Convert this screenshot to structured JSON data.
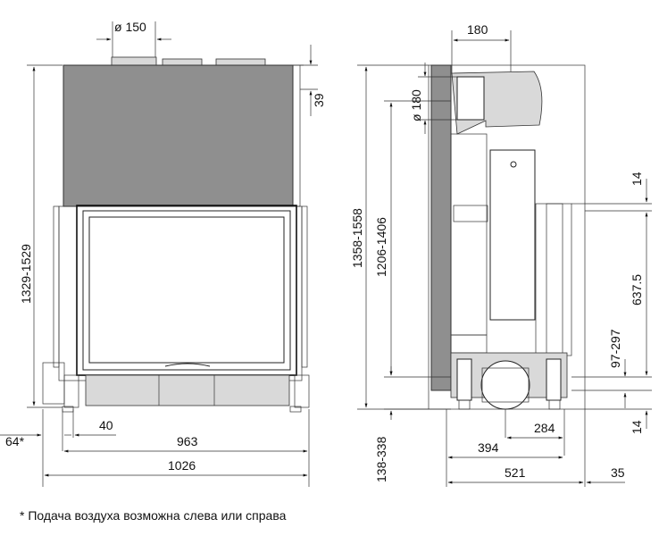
{
  "dimensions": {
    "flue_front": "ø 150",
    "top_offset": "39",
    "height_front": "1329-1529",
    "overall_height_side": "1358-1558",
    "height_side_inner": "1206-1406",
    "flue_side": "ø 180",
    "side_top_width": "180",
    "d14_top": "14",
    "d637": "637.5",
    "d97_297": "97-297",
    "d14_bottom": "14",
    "d64": "64*",
    "d40": "40",
    "d963": "963",
    "d1026": "1026",
    "d138_338": "138-338",
    "d284": "284",
    "d394": "394",
    "d521": "521",
    "d35": "35"
  },
  "footnote": "* Подача воздуха возможна слева или справа"
}
